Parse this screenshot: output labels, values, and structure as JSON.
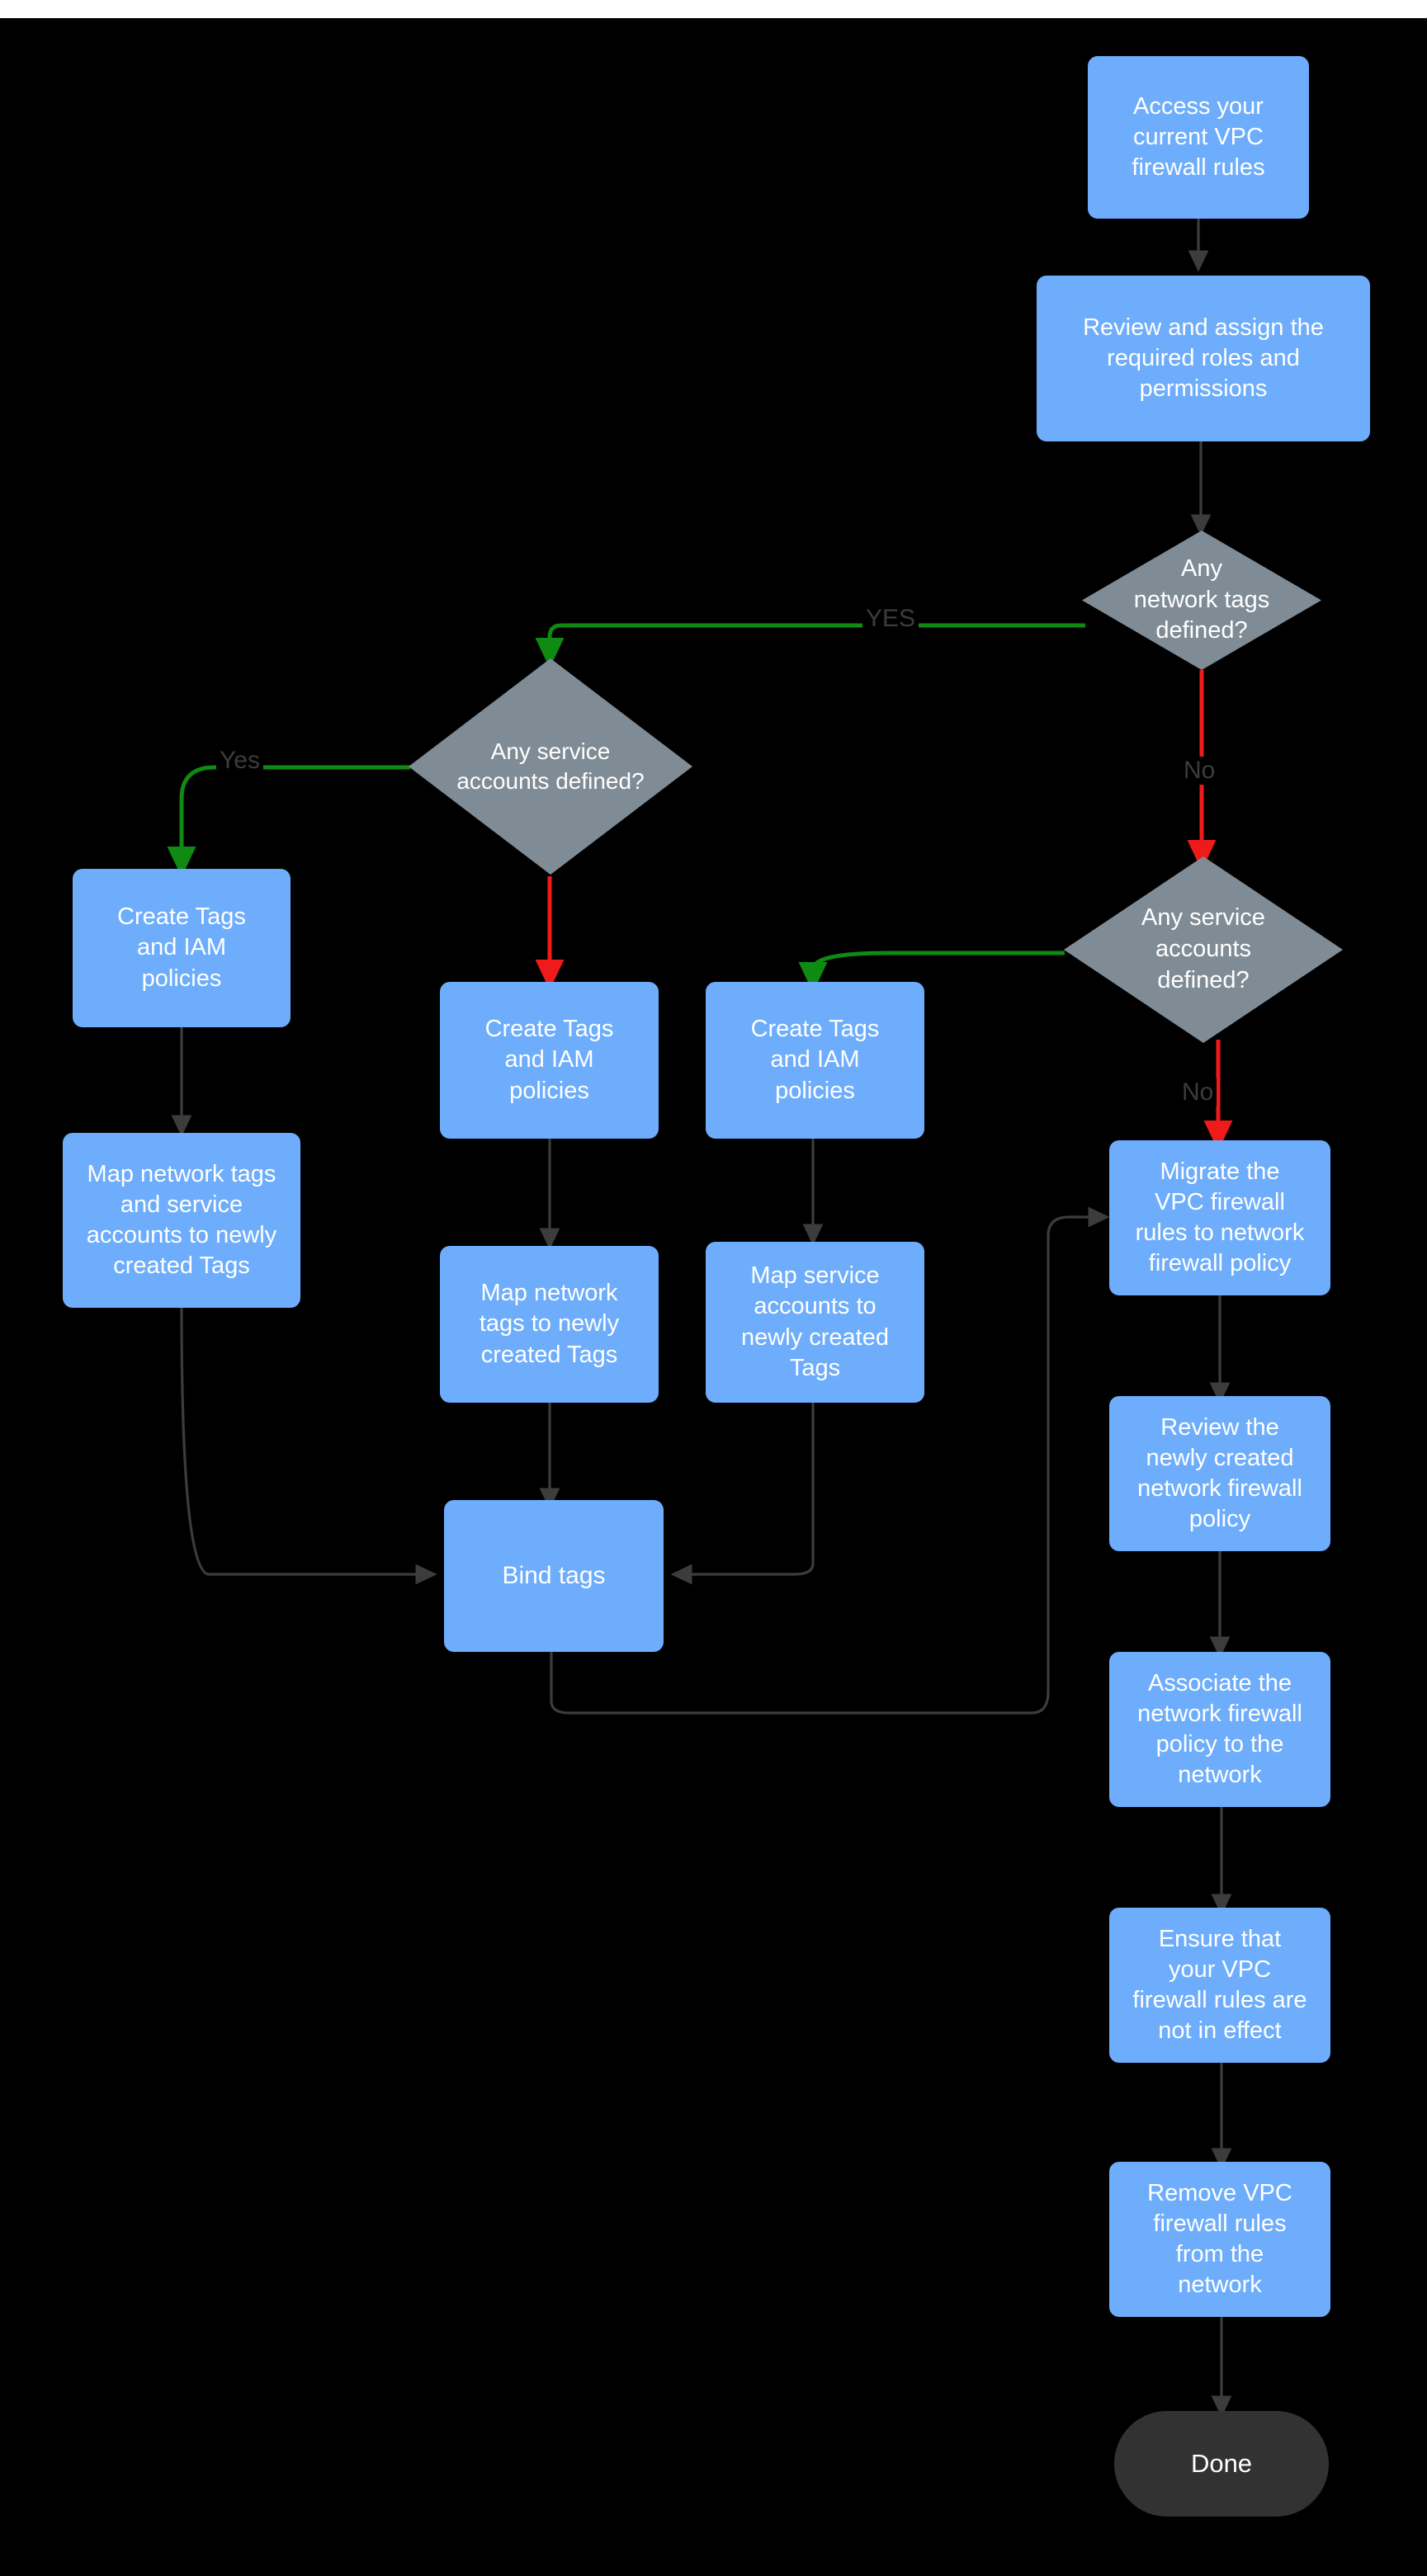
{
  "diagram": {
    "title_visible": false,
    "background_color": "#000000",
    "colors": {
      "process_fill": "#6eadfb",
      "decision_fill": "#7f8c96",
      "terminator_fill": "#323232",
      "node_text": "#ffffff",
      "edge_default": "#3c3c3c",
      "edge_yes": "#0f8a12",
      "edge_no": "#ef1a1a",
      "edge_label_text": "#3c3c3c"
    },
    "nodes": [
      {
        "id": "n1",
        "type": "process",
        "label": "Access your\ncurrent VPC\nfirewall rules"
      },
      {
        "id": "n2",
        "type": "process",
        "label": "Review and assign the\nrequired roles and\npermissions"
      },
      {
        "id": "d1",
        "type": "decision",
        "label": "Any\nnetwork tags\ndefined?"
      },
      {
        "id": "d2",
        "type": "decision",
        "label": "Any service\naccounts defined?"
      },
      {
        "id": "d3",
        "type": "decision",
        "label": "Any service\naccounts\ndefined?"
      },
      {
        "id": "n3",
        "type": "process",
        "label": "Create Tags\nand IAM\npolicies"
      },
      {
        "id": "n4",
        "type": "process",
        "label": "Map network tags\nand service\naccounts to newly\ncreated Tags"
      },
      {
        "id": "n5",
        "type": "process",
        "label": "Create Tags\nand IAM\npolicies"
      },
      {
        "id": "n6",
        "type": "process",
        "label": "Map network\ntags to newly\ncreated Tags"
      },
      {
        "id": "n7",
        "type": "process",
        "label": "Create Tags\nand IAM\npolicies"
      },
      {
        "id": "n8",
        "type": "process",
        "label": "Map service\naccounts  to\nnewly created\nTags"
      },
      {
        "id": "n9",
        "type": "process",
        "label": "Bind tags"
      },
      {
        "id": "n10",
        "type": "process",
        "label": "Migrate the\nVPC firewall\nrules to network\nfirewall policy"
      },
      {
        "id": "n11",
        "type": "process",
        "label": "Review the\nnewly created\nnetwork firewall\npolicy"
      },
      {
        "id": "n12",
        "type": "process",
        "label": "Associate the\nnetwork firewall\npolicy to the\nnetwork"
      },
      {
        "id": "n13",
        "type": "process",
        "label": "Ensure that\nyour VPC\nfirewall rules are\nnot in effect"
      },
      {
        "id": "n14",
        "type": "process",
        "label": "Remove  VPC\nfirewall rules\nfrom the\nnetwork"
      },
      {
        "id": "n15",
        "type": "terminator",
        "label": "Done"
      }
    ],
    "edge_labels": {
      "d1_yes": "YES",
      "d1_no": "No",
      "d2_yes": "Yes",
      "d3_no": "No"
    }
  }
}
